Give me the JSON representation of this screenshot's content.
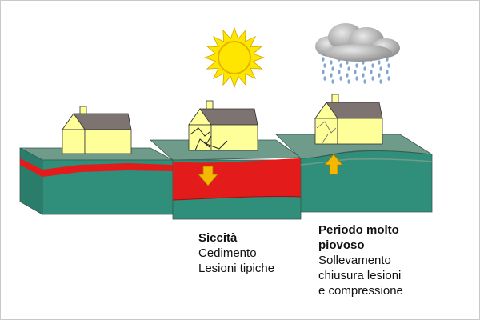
{
  "captions": {
    "drought": {
      "title": "Siccità",
      "lines": [
        "Cedimento",
        "Lesioni tipiche"
      ]
    },
    "rain": {
      "title_lines": [
        "Periodo molto",
        "piovoso"
      ],
      "lines": [
        "Sollevamento",
        "chiusura lesioni",
        "e compressione"
      ]
    }
  },
  "colors": {
    "block_top": "#6f9c8a",
    "block_front": "#2f8f7a",
    "block_side": "#2a7d6b",
    "clay": "#e31b1b",
    "house_wall": "#ffff99",
    "house_roof": "#7d7371",
    "arrow": "#f5b800",
    "sun": "#ffe600",
    "cloud": "#9a9a9a",
    "rain": "#7fa7d6"
  },
  "icons": [
    "sun-icon",
    "rain-cloud-icon",
    "down-arrow-icon",
    "up-arrow-icon",
    "house-icon"
  ]
}
